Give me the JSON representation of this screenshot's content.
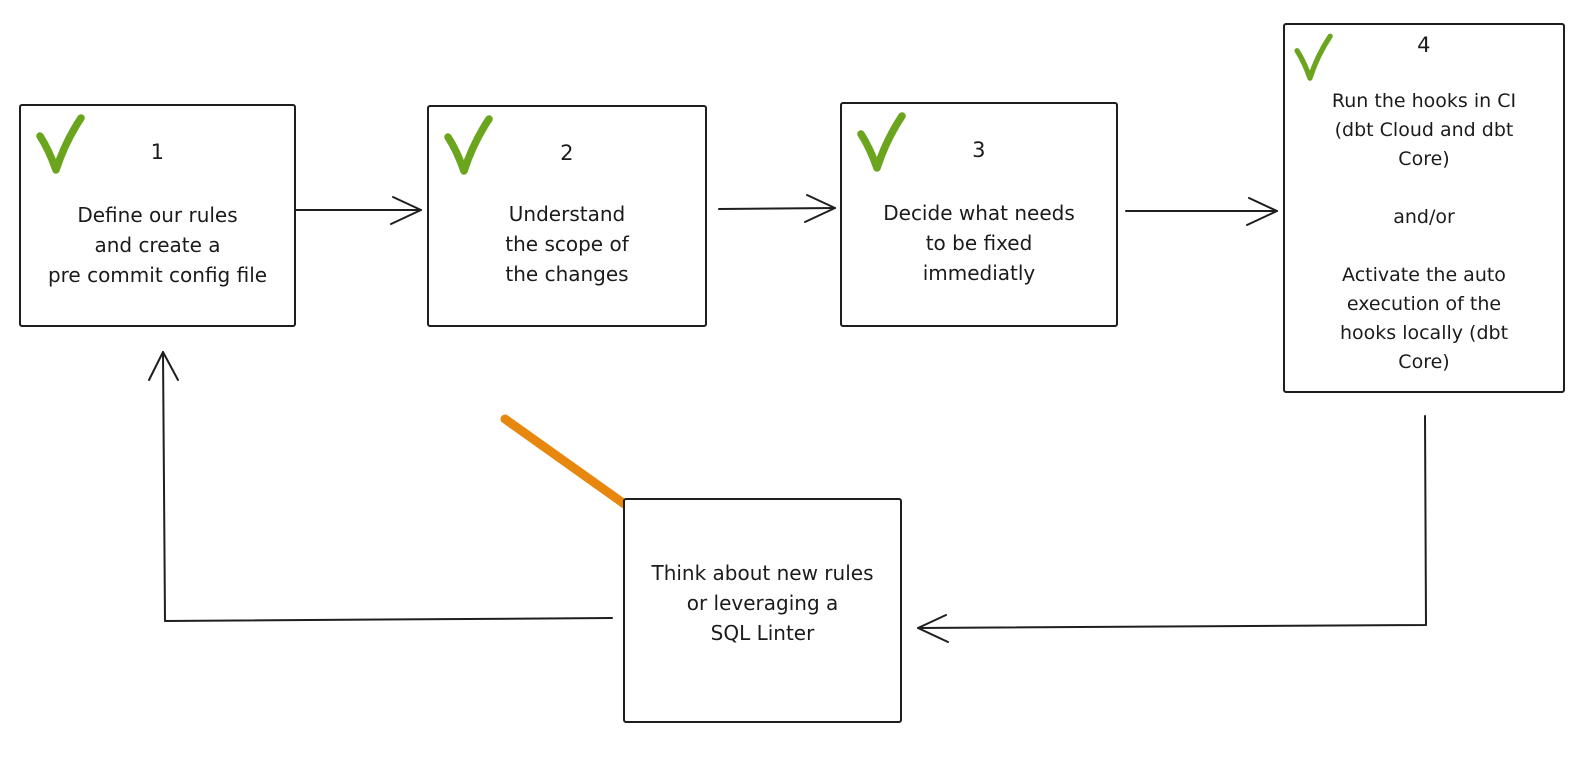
{
  "diagram": {
    "type": "flowchart",
    "background_color": "#ffffff",
    "stroke_color": "#1e1e1e",
    "check_color": "#6aa51d",
    "highlight_arrow_color": "#e8870e",
    "steps": [
      {
        "number": "1",
        "checked": true,
        "check_icon": "checkmark-icon",
        "text": "Define our rules\nand create a\npre commit config file"
      },
      {
        "number": "2",
        "checked": true,
        "check_icon": "checkmark-icon",
        "text": "Understand\nthe scope of\nthe changes"
      },
      {
        "number": "3",
        "checked": true,
        "check_icon": "checkmark-icon",
        "text": "Decide what needs\nto be fixed\nimmediatly"
      },
      {
        "number": "4",
        "checked": true,
        "check_icon": "checkmark-icon",
        "text": "Run the hooks in CI\n(dbt Cloud and dbt\nCore)\n\nand/or\n\nActivate the auto\nexecution of the\nhooks locally (dbt\nCore)"
      }
    ],
    "loop_box": {
      "text": "Think about new rules\nor leveraging a\nSQL Linter"
    },
    "connections": [
      {
        "from": "step-1",
        "to": "step-2",
        "style": "chevron-arrow"
      },
      {
        "from": "step-2",
        "to": "step-3",
        "style": "chevron-arrow"
      },
      {
        "from": "step-3",
        "to": "step-4",
        "style": "chevron-arrow"
      },
      {
        "from": "step-4",
        "to": "loop-box",
        "style": "chevron-arrow-elbow"
      },
      {
        "from": "loop-box",
        "to": "step-1",
        "style": "chevron-arrow-elbow"
      },
      {
        "from": "annotation",
        "to": "loop-box",
        "style": "thick-orange-arrow"
      }
    ]
  }
}
